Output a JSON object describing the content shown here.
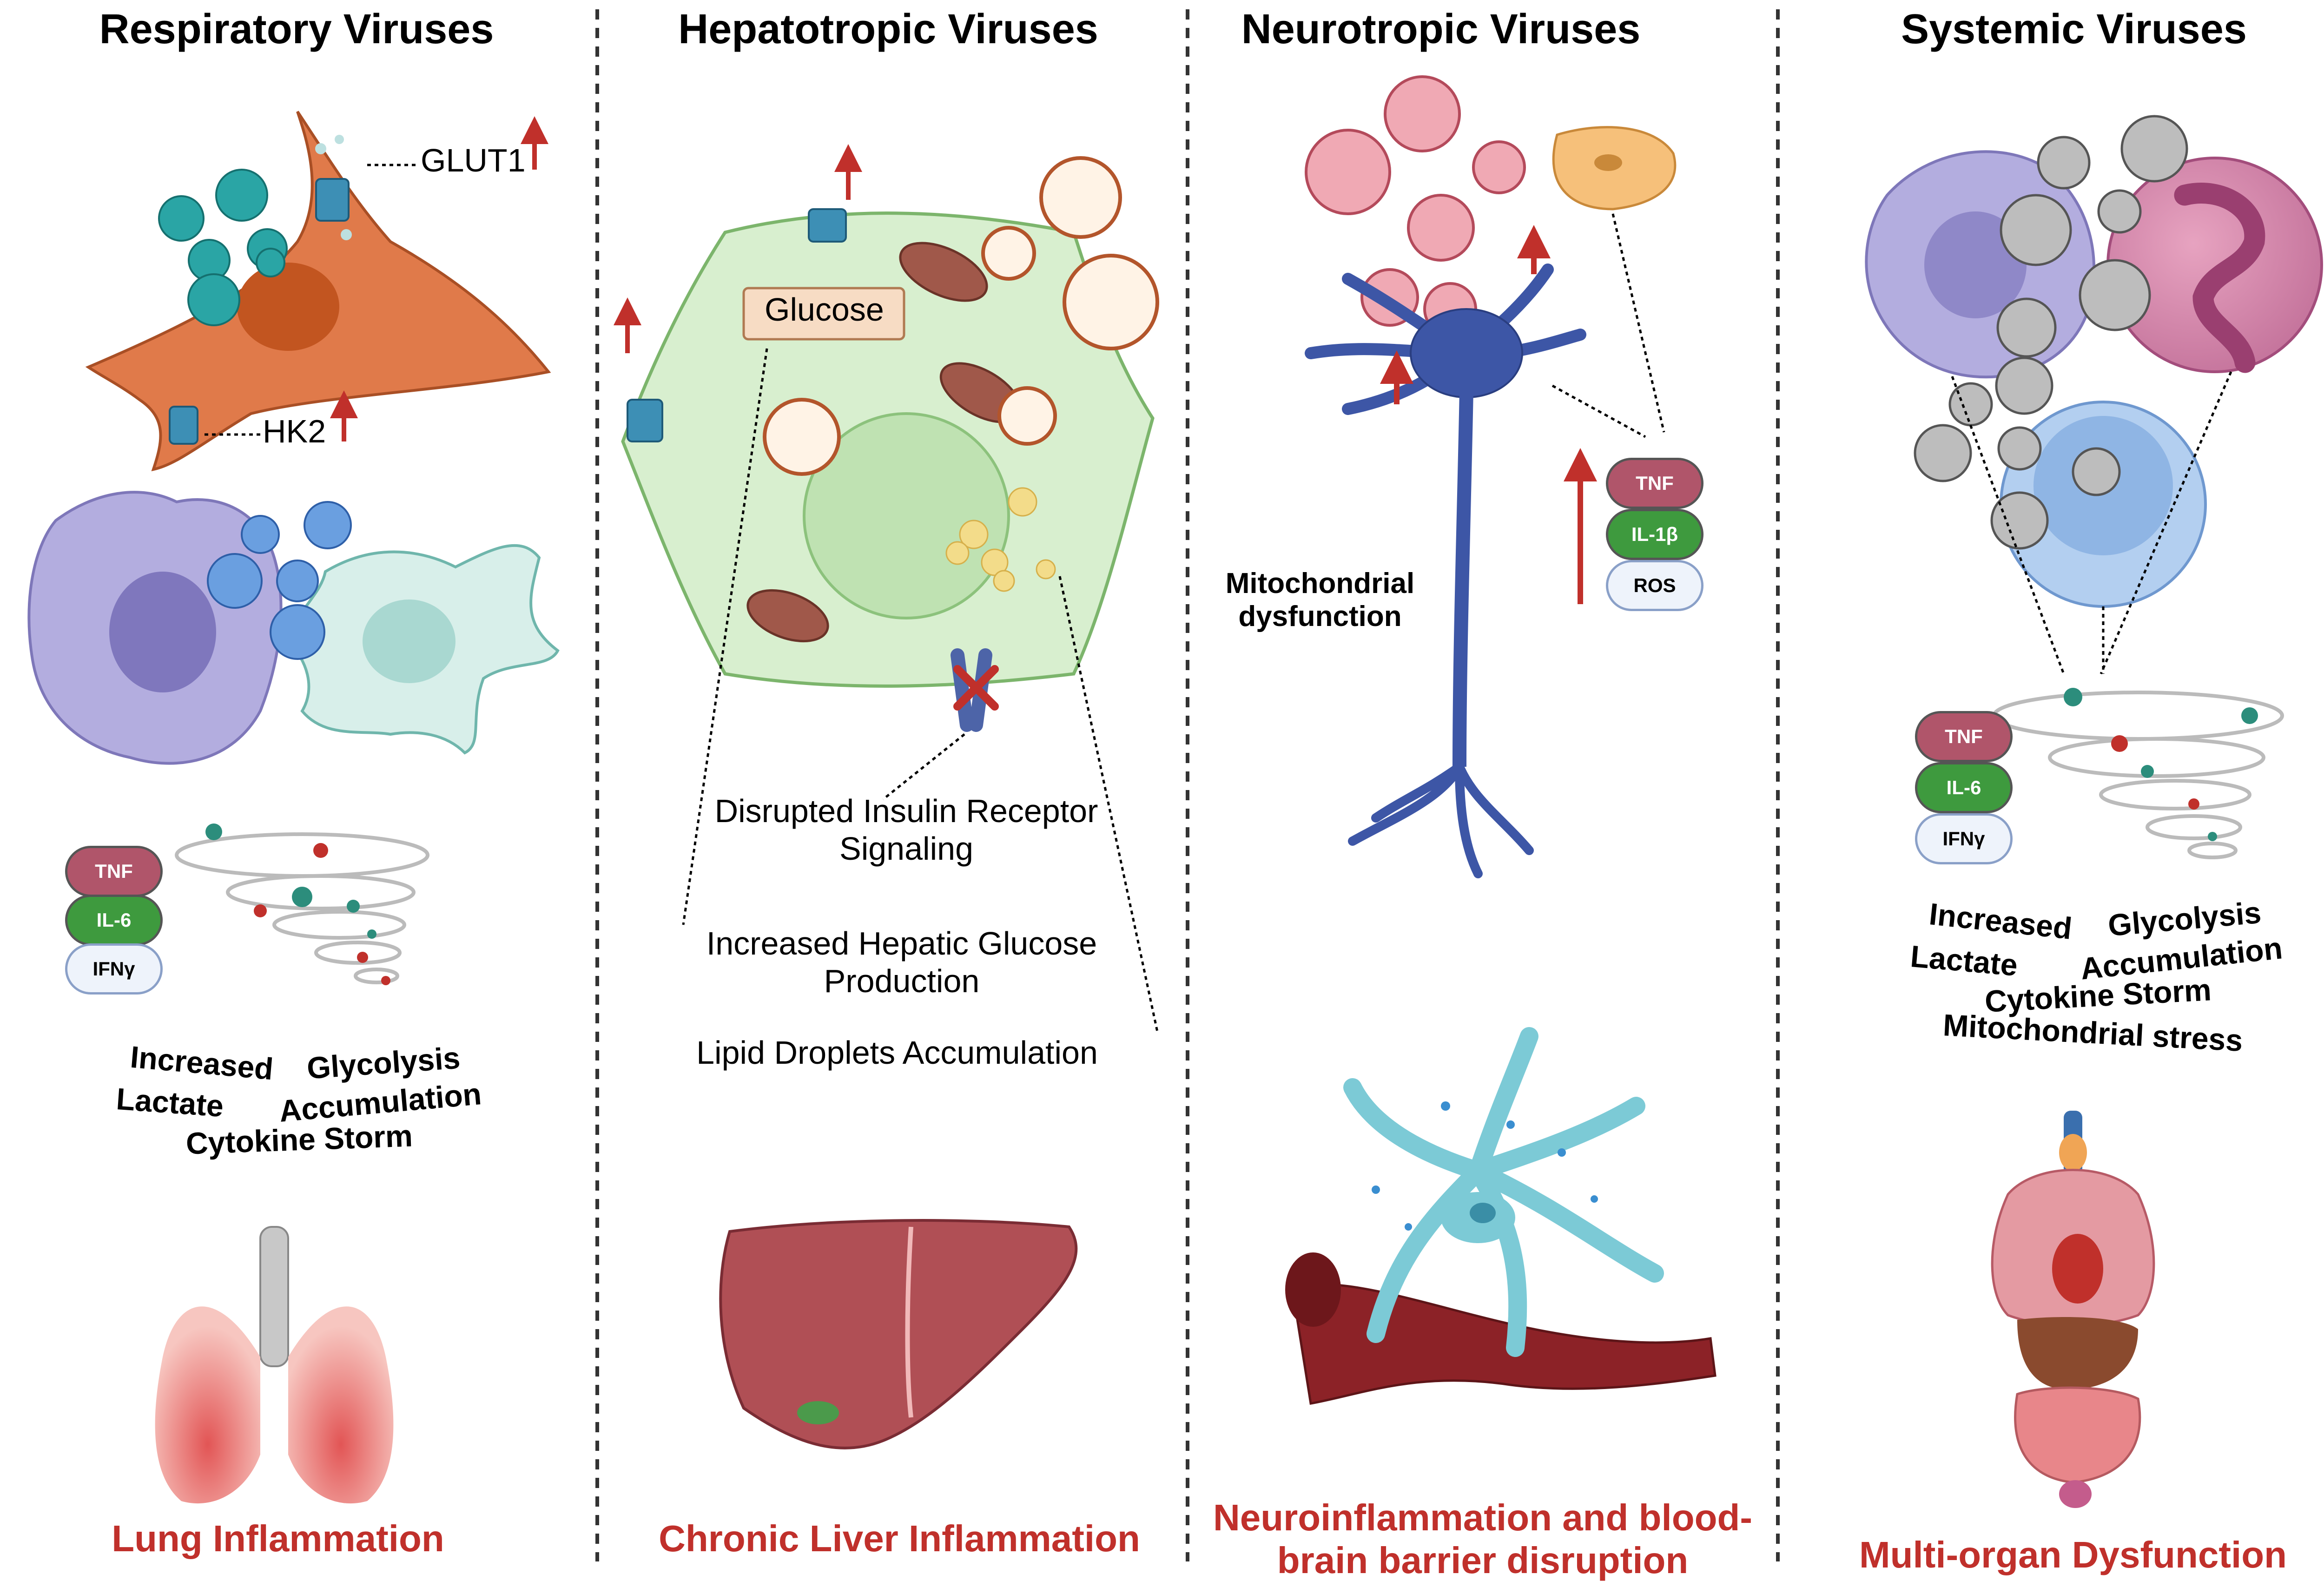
{
  "columns": {
    "respiratory": {
      "title": "Respiratory Viruses",
      "glut1": "GLUT1",
      "hk2": "HK2",
      "cytokines": [
        "TNF",
        "IL-6",
        "IFNγ"
      ],
      "words": [
        "Increased",
        "Lactate",
        "Glycolysis",
        "Accumulation",
        "Cytokine Storm"
      ],
      "outcome": "Lung Inflammation"
    },
    "hepatotropic": {
      "title": "Hepatotropic Viruses",
      "glucose": "Glucose",
      "insulin": "Disrupted Insulin Receptor Signaling",
      "hepatic": "Increased Hepatic Glucose Production",
      "lipid": "Lipid Droplets Accumulation",
      "outcome": "Chronic Liver Inflammation"
    },
    "neurotropic": {
      "title": "Neurotropic Viruses",
      "mito": "Mitochondrial dysfunction",
      "cytokines": [
        "TNF",
        "IL-1β",
        "ROS"
      ],
      "outcome": "Neuroinflammation and  blood-brain barrier disruption"
    },
    "systemic": {
      "title": "Systemic Viruses",
      "cytokines": [
        "TNF",
        "IL-6",
        "IFNγ"
      ],
      "words": [
        "Increased",
        "Lactate",
        "Glycolysis",
        "Accumulation",
        "Cytokine Storm",
        "Mitochondrial stress"
      ],
      "outcome": "Multi-organ Dysfunction"
    }
  },
  "colors": {
    "outcome_red": "#c0302b",
    "fibroblast": "#e07a4a",
    "hepatocyte": "#d8efcf",
    "neuron": "#3d56a6",
    "macrophage": "#b3addf",
    "virus_teal": "#2aa5a5",
    "virus_pink": "#d96a7e",
    "virus_gray": "#9c9c9c"
  },
  "icons": [
    "coronavirus-icon",
    "glucose-transporter-icon",
    "up-arrow-icon",
    "mitochondrion-icon",
    "hepatitis-virus-icon",
    "insulin-receptor-icon",
    "herpes-virus-icon",
    "neuron-icon",
    "astrocyte-icon",
    "blood-vessel-icon",
    "lymphocyte-icon",
    "cytokine-storm-icon",
    "lungs-icon",
    "liver-icon",
    "organs-icon"
  ]
}
